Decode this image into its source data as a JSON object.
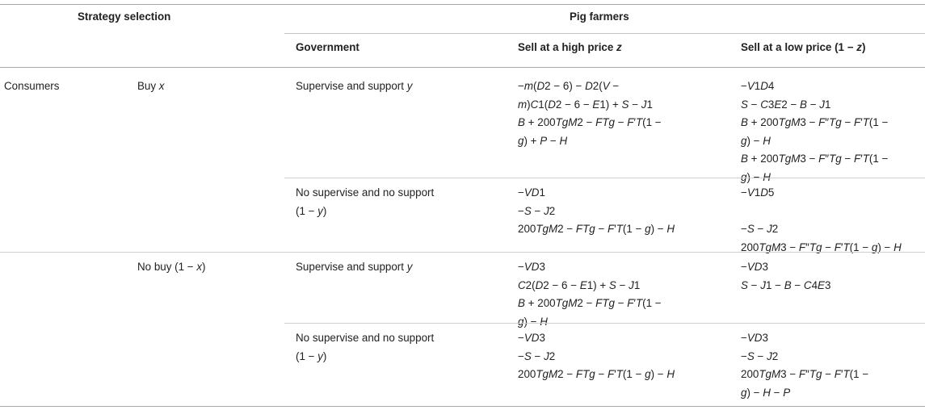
{
  "header": {
    "strategy_selection": "Strategy selection",
    "pig_farmers": "Pig farmers",
    "government": "Government",
    "high_price": "Sell at a high price z",
    "low_price": "Sell at a low price (1 − z)"
  },
  "rows": [
    {
      "consumer": "Consumers",
      "consumer_choice": "Buy x",
      "government": [
        "Supervise and support y"
      ],
      "high": [
        "−m(D2 − 6) − D2(V −",
        "m)C1(D2 − 6 − E1) + S − J1",
        " B + 200TgM2 − FTg − F′T(1 −",
        "g) + P − H"
      ],
      "low": [
        "−V1D4",
        "S − C3E2 − B − J1",
        " B + 200TgM3 − F″Tg − F′T(1 −",
        "g) − H",
        "B + 200TgM3 − F″Tg − F′T(1 −",
        "g) − H"
      ]
    },
    {
      "consumer": "",
      "consumer_choice": "",
      "government": [
        "No supervise and no support",
        "(1 − y)"
      ],
      "high": [
        "−VD1",
        " −S − J2",
        "200TgM2 − FTg − F′T(1 − g) − H"
      ],
      "low": [
        "−V1D5",
        "",
        " −S − J2",
        "200TgM3 − F″Tg − F′T(1 − g) − H"
      ]
    },
    {
      "consumer": "",
      "consumer_choice": "No buy (1 − x)",
      "government": [
        "Supervise and support y"
      ],
      "high": [
        "−VD3",
        "C2(D2 − 6 − E1) + S − J1",
        " B + 200TgM2 − FTg − F′T(1 −",
        "g) − H"
      ],
      "low": [
        "−VD3",
        "S − J1 − B − C4E3"
      ]
    },
    {
      "consumer": "",
      "consumer_choice": "",
      "government": [
        "No supervise and no support",
        "(1 − y)"
      ],
      "high": [
        "−VD3",
        "−S − J2",
        "200TgM2 − FTg − F′T(1 − g) − H"
      ],
      "low": [
        "−VD3",
        "−S − J2",
        " 200TgM3 − F″Tg − F′T(1 −",
        "g) − H − P"
      ]
    }
  ]
}
